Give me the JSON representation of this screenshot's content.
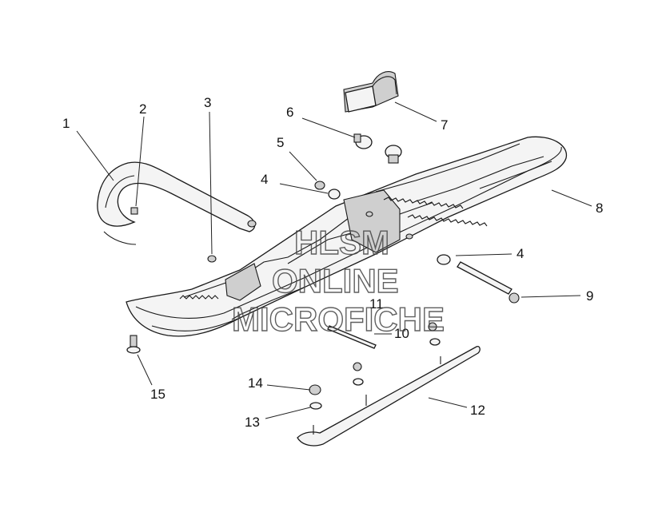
{
  "callouts": [
    {
      "id": "1",
      "label": "1"
    },
    {
      "id": "2",
      "label": "2"
    },
    {
      "id": "3",
      "label": "3"
    },
    {
      "id": "4a",
      "label": "4"
    },
    {
      "id": "4b",
      "label": "4"
    },
    {
      "id": "5",
      "label": "5"
    },
    {
      "id": "6",
      "label": "6"
    },
    {
      "id": "7",
      "label": "7"
    },
    {
      "id": "8",
      "label": "8"
    },
    {
      "id": "9",
      "label": "9"
    },
    {
      "id": "10",
      "label": "10"
    },
    {
      "id": "11",
      "label": "11"
    },
    {
      "id": "12",
      "label": "12"
    },
    {
      "id": "13",
      "label": "13"
    },
    {
      "id": "14",
      "label": "14"
    },
    {
      "id": "15",
      "label": "15"
    }
  ],
  "watermark": {
    "line1": "HLSM",
    "line2": "ONLINE",
    "line3": "MICROFICHE"
  },
  "colors": {
    "line": "#1a1a1a",
    "fill_light": "#f4f4f4",
    "fill_dark": "#cfcfcf",
    "background": "#ffffff"
  }
}
